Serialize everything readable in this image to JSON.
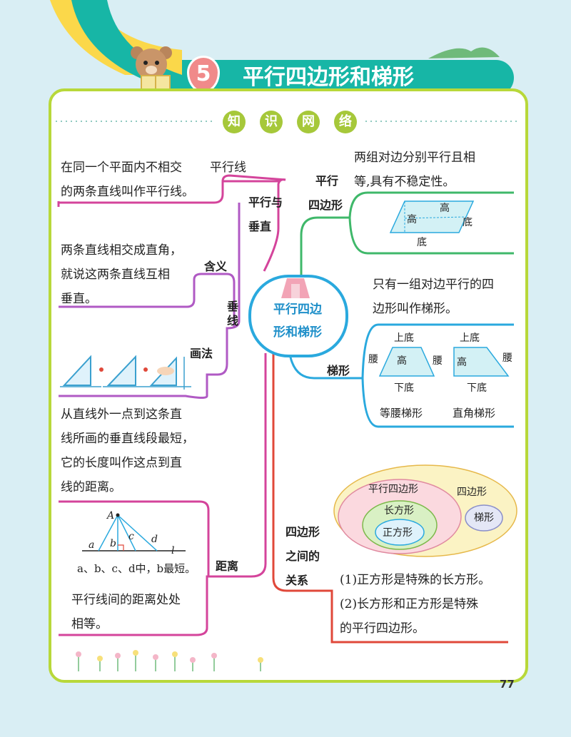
{
  "chapter": {
    "number": "5",
    "title": "平行四边形和梯形"
  },
  "section_header": [
    "知",
    "识",
    "网",
    "络"
  ],
  "center_node": {
    "line1": "平行四边",
    "line2": "形和梯形"
  },
  "left": {
    "parallel_perp": {
      "label1": "平行与",
      "label2": "垂直",
      "parallel_label": "平行线",
      "parallel_def1": "在同一个平面内不相交",
      "parallel_def2": "的两条直线叫作平行线。"
    },
    "perpendicular": {
      "label1": "垂",
      "label2": "线",
      "meaning_label": "含义",
      "meaning1": "两条直线相交成直角，",
      "meaning2": "就说这两条直线互相",
      "meaning3": "垂直。",
      "drawing_label": "画法"
    },
    "distance": {
      "label": "距离",
      "def1": "从直线外一点到这条直",
      "def2": "线所画的垂直线段最短，",
      "def3": "它的长度叫作这点到直",
      "def4": "线的距离。",
      "fig_a": "A",
      "fig_l": "l",
      "seg_a": "a",
      "seg_b": "b",
      "seg_c": "c",
      "seg_d": "d",
      "caption": "a、b、c、d中，b最短。",
      "parallel1": "平行线间的距离处处",
      "parallel2": "相等。"
    }
  },
  "right": {
    "parallelogram": {
      "label1": "平行",
      "label2": "四边形",
      "def1": "两组对边分别平行且相",
      "def2": "等,具有不稳定性。",
      "height1": "高",
      "height2": "高",
      "base1": "底",
      "base2": "底"
    },
    "trapezoid": {
      "label": "梯形",
      "def1": "只有一组对边平行的四",
      "def2": "边形叫作梯形。",
      "upper": "上底",
      "lower": "下底",
      "leg": "腰",
      "height": "高",
      "isosceles": "等腰梯形",
      "right_trap": "直角梯形"
    },
    "relation": {
      "label1": "四边形",
      "label2": "之间的",
      "label3": "关系",
      "quad": "四边形",
      "pgram": "平行四边形",
      "rect": "长方形",
      "square": "正方形",
      "trap": "梯形",
      "note1": "(1)正方形是特殊的长方形。",
      "note2": "(2)长方形和正方形是特殊",
      "note3": "的平行四边形。"
    }
  },
  "page_number": "77",
  "colors": {
    "teal": "#17b6a6",
    "lime": "#b8d83a",
    "pink": "#d4449b",
    "purple": "#b05ac4",
    "green": "#3fb86a",
    "blue": "#2aa9de",
    "red": "#e0483a"
  }
}
